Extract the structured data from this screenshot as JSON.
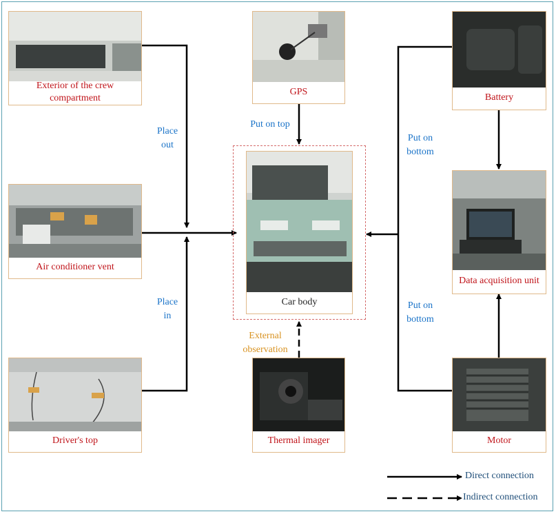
{
  "panels": {
    "exterior": "Exterior of the crew compartment",
    "air_vent": "Air conditioner vent",
    "driver_top": "Driver's top",
    "gps": "GPS",
    "car_body": "Car body",
    "thermal": "Thermal imager",
    "battery": "Battery",
    "daq": "Data acquisition unit",
    "motor": "Motor"
  },
  "labels": {
    "place_out_1": "Place",
    "place_out_2": "out",
    "place_in_1": "Place",
    "place_in_2": "in",
    "put_on_top": "Put on top",
    "put_bottom_top_1": "Put on",
    "put_bottom_top_2": "bottom",
    "put_bottom_low_1": "Put on",
    "put_bottom_low_2": "bottom",
    "external_1": "External",
    "external_2": "observation"
  },
  "legend": {
    "direct": "Direct connection",
    "indirect": "Indirect connection"
  },
  "colors": {
    "caption": "#c0141a",
    "label_blue": "#1a73c8",
    "label_orange": "#d89220",
    "legend_text": "#1f4e79",
    "panel_border": "#e0b98a",
    "dashed_box": "#d46a6a",
    "frame": "#5aa0b0"
  }
}
